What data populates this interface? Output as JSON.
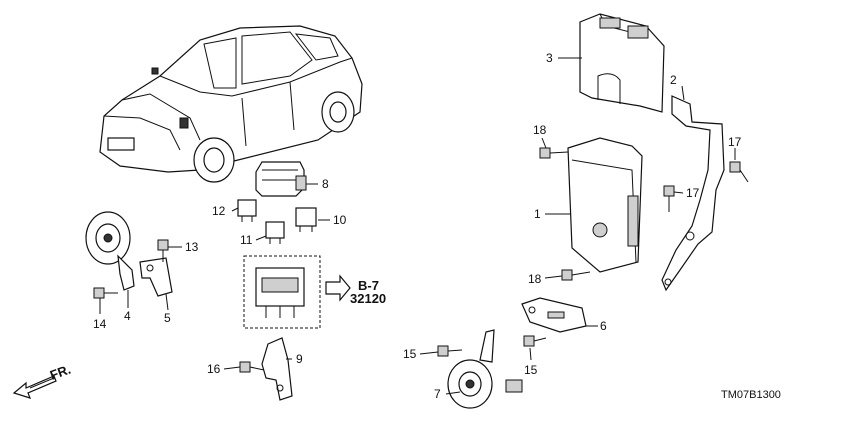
{
  "callouts": {
    "c1": "1",
    "c2": "2",
    "c3": "3",
    "c4": "4",
    "c5": "5",
    "c6": "6",
    "c7": "7",
    "c8": "8",
    "c9": "9",
    "c10": "10",
    "c11": "11",
    "c12": "12",
    "c13": "13",
    "c14": "14",
    "c15a": "15",
    "c15b": "15",
    "c16": "16",
    "c17a": "17",
    "c17b": "17",
    "c18a": "18",
    "c18b": "18"
  },
  "reference": {
    "section": "B-7",
    "part_number": "32120"
  },
  "direction_label": "FR.",
  "diagram_code": "TM07B1300"
}
